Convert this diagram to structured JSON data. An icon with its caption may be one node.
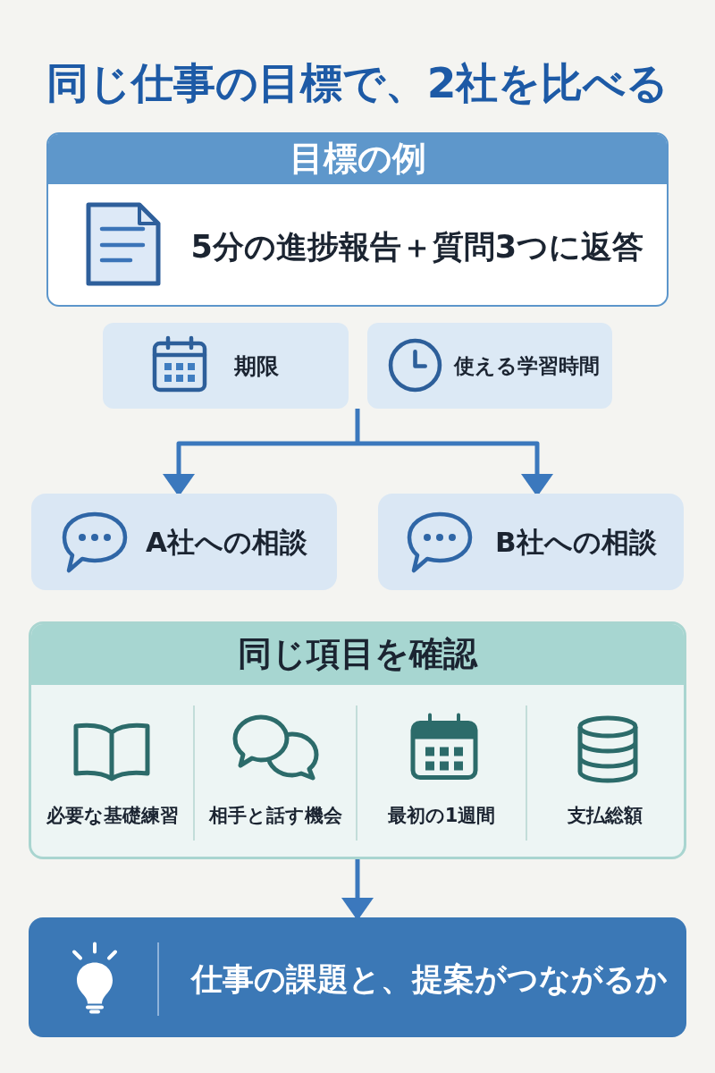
{
  "diagram": {
    "title": "同じ仕事の目標で、2社を比べる",
    "nodes": [
      {
        "text": [
          "目標の例",
          "5分の進捗報告＋質問3つに返答"
        ]
      },
      {
        "text": [
          "期限"
        ]
      },
      {
        "text": [
          "使える学習時間"
        ]
      },
      {
        "text": [
          "A社への相談"
        ]
      },
      {
        "text": [
          "B社への相談"
        ]
      },
      {
        "text": [
          "同じ項目を確認"
        ]
      },
      {
        "text": [
          "必要な基礎練習"
        ],
        "in": 5
      },
      {
        "text": [
          "相手と話す機会"
        ],
        "in": 5
      },
      {
        "text": [
          "最初の1週間"
        ],
        "in": 5
      },
      {
        "text": [
          "支払総額"
        ],
        "in": 5
      },
      {
        "text": [
          "仕事の課題と、提案がつながるか"
        ]
      }
    ],
    "edges": [
      {
        "from": 1,
        "to": 3,
        "arrow": "to"
      },
      {
        "from": 1,
        "to": 4,
        "arrow": "to"
      },
      {
        "from": 2,
        "to": 3,
        "arrow": "to"
      },
      {
        "from": 2,
        "to": 4,
        "arrow": "to"
      },
      {
        "from": 5,
        "to": 10,
        "arrow": "to"
      }
    ]
  }
}
